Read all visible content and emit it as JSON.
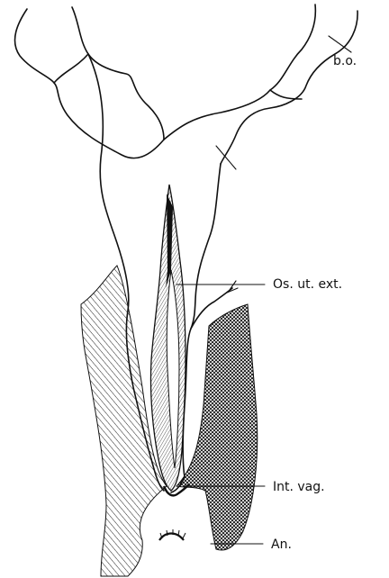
{
  "figure": {
    "labels": {
      "bo": "b.o.",
      "os_ut_ext": "Os. ut. ext.",
      "int_vag": "Int. vag.",
      "an": "An."
    },
    "colors": {
      "ink": "#111111",
      "background": "#ffffff"
    }
  }
}
